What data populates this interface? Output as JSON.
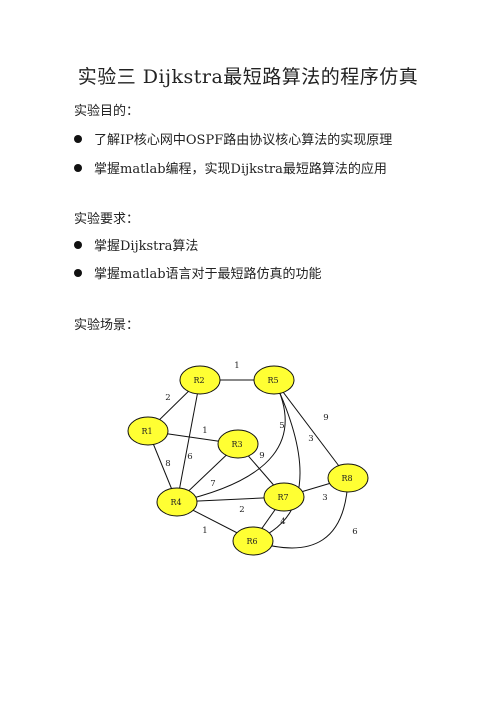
{
  "title": "实验三    Dijkstra最短路算法的程序仿真",
  "purpose": {
    "heading": "实验目的：",
    "items": [
      "了解IP核心网中OSPF路由协议核心算法的实现原理",
      "掌握matlab编程，实现Dijkstra最短路算法的应用"
    ]
  },
  "requirements": {
    "heading": "实验要求：",
    "items": [
      "掌握Dijkstra算法",
      "掌握matlab语言对于最短路仿真的功能"
    ]
  },
  "scenario": {
    "heading": "实验场景："
  },
  "graph": {
    "node_color": "#ffff33",
    "nodes": [
      "R2",
      "R5",
      "R1",
      "R3",
      "R8",
      "R7",
      "R4",
      "R6"
    ],
    "edges": [
      {
        "from": "R2",
        "to": "R5",
        "weight": "1"
      },
      {
        "from": "R2",
        "to": "R1",
        "weight": "2"
      },
      {
        "from": "R1",
        "to": "R3",
        "weight": "1"
      },
      {
        "from": "R2",
        "to": "R4",
        "weight": "6"
      },
      {
        "from": "R1",
        "to": "R4",
        "weight": "8"
      },
      {
        "from": "R3",
        "to": "R4",
        "weight": "7"
      },
      {
        "from": "R3",
        "to": "R7",
        "weight": "9"
      },
      {
        "from": "R5",
        "to": "R4",
        "weight": "5"
      },
      {
        "from": "R5",
        "to": "R6",
        "weight": "3"
      },
      {
        "from": "R5",
        "to": "R8",
        "weight": "9"
      },
      {
        "from": "R8",
        "to": "R7",
        "weight": "3"
      },
      {
        "from": "R4",
        "to": "R7",
        "weight": "2"
      },
      {
        "from": "R4",
        "to": "R6",
        "weight": "1"
      },
      {
        "from": "R7",
        "to": "R6",
        "weight": "4"
      },
      {
        "from": "R8",
        "to": "R6",
        "weight": "6"
      }
    ]
  }
}
